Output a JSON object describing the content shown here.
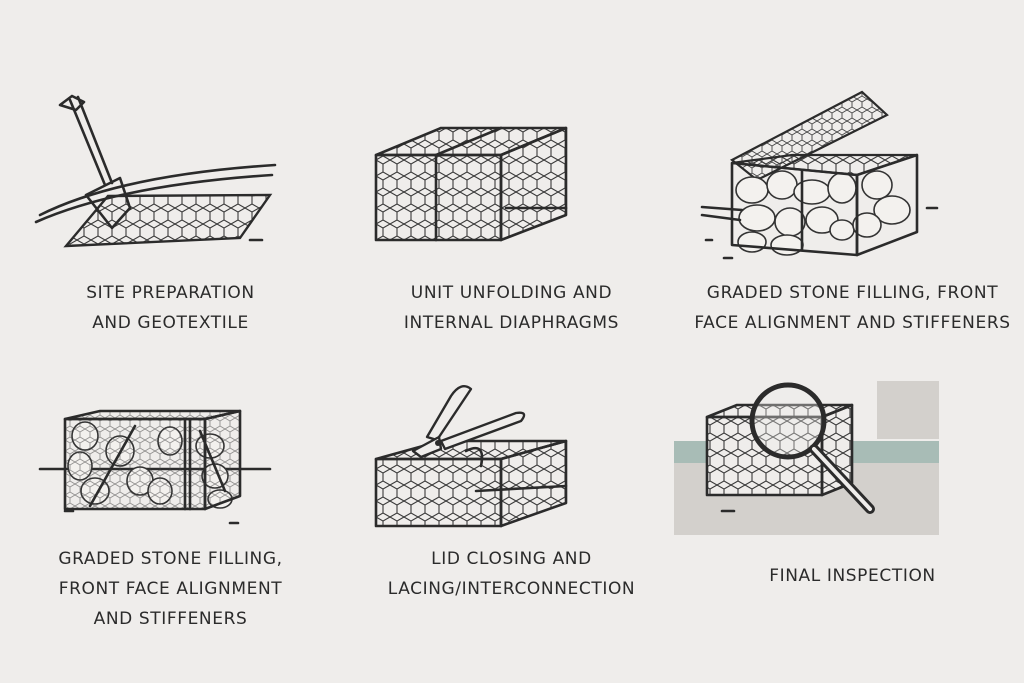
{
  "steps": [
    {
      "id": "site-preparation",
      "lines": [
        "SITE PREPARATION",
        "AND GEOTEXTILE"
      ],
      "icon": "shovel-icon"
    },
    {
      "id": "unit-unfolding",
      "lines": [
        "UNIT UNFOLDING AND",
        "INTERNAL DIAPHRAGMS"
      ],
      "icon": "gabion-box-icon"
    },
    {
      "id": "stone-filling-a",
      "lines": [
        "GRADED STONE FILLING, FRONT",
        "FACE ALIGNMENT AND STIFFENERS"
      ],
      "icon": "filled-gabion-icon"
    },
    {
      "id": "stone-filling-b",
      "lines": [
        "GRADED STONE FILLING,",
        "FRONT FACE ALIGNMENT",
        "AND STIFFENERS"
      ],
      "icon": "stiffened-gabion-icon"
    },
    {
      "id": "lid-closing",
      "lines": [
        "LID CLOSING AND",
        "LACING/INTERCONNECTION"
      ],
      "icon": "pliers-icon"
    },
    {
      "id": "final-inspection",
      "lines": [
        "FINAL INSPECTION"
      ],
      "icon": "magnifier-icon"
    }
  ],
  "colors": {
    "background": "#efedeb",
    "ink": "#2b2b2b",
    "ground": "#d3d0cc",
    "water": "#a8bcb6"
  }
}
